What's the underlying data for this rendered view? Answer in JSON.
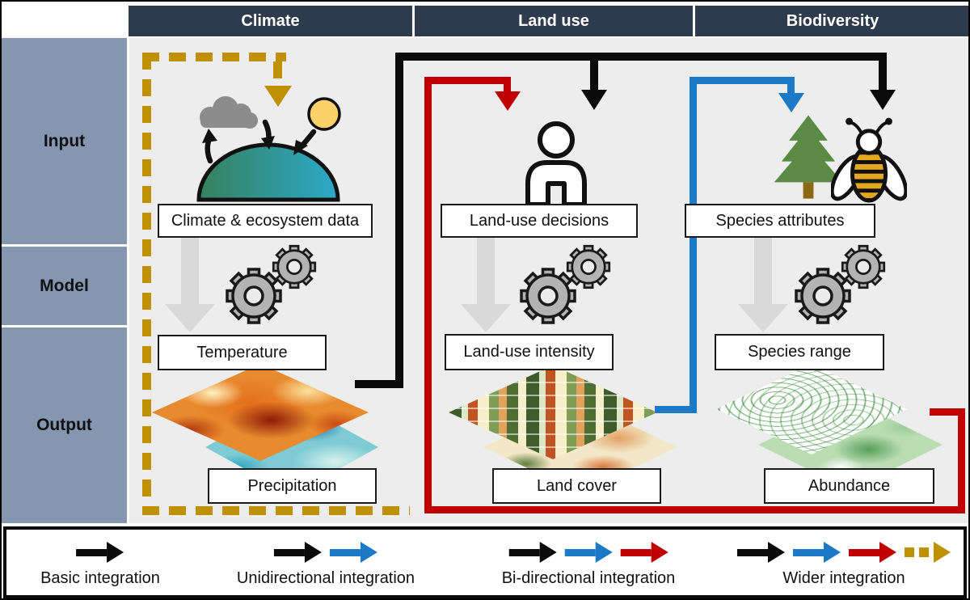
{
  "header": {
    "columns": [
      {
        "label": "Climate"
      },
      {
        "label": "Land use"
      },
      {
        "label": "Biodiversity"
      }
    ]
  },
  "sidebar": {
    "rows": [
      {
        "label": "Input"
      },
      {
        "label": "Model"
      },
      {
        "label": "Output"
      }
    ]
  },
  "columns": [
    {
      "id": "climate",
      "input_label": "Climate & ecosystem data",
      "input_icons": [
        "cloud-icon",
        "sun-icon",
        "ecosystem-dome-icon",
        "exchange-arrows-icon"
      ],
      "model_icon": "gears-icon",
      "model_output_label": "Temperature",
      "output_label": "Precipitation",
      "maps": [
        "temperature-map",
        "precipitation-map"
      ]
    },
    {
      "id": "land-use",
      "input_label": "Land-use decisions",
      "input_icons": [
        "person-icon"
      ],
      "model_icon": "gears-icon",
      "model_output_label": "Land-use intensity",
      "output_label": "Land cover",
      "maps": [
        "land-use-intensity-map",
        "land-cover-map"
      ]
    },
    {
      "id": "biodiversity",
      "input_label": "Species attributes",
      "input_icons": [
        "tree-icon",
        "bee-icon"
      ],
      "model_icon": "gears-icon",
      "model_output_label": "Species range",
      "output_label": "Abundance",
      "maps": [
        "species-range-map",
        "abundance-map"
      ]
    }
  ],
  "flows": [
    {
      "name": "climate-output-to-landuse-and-biodiversity-inputs",
      "color": "black",
      "style": "solid"
    },
    {
      "name": "landuse-output-to-biodiversity-input",
      "color": "blue",
      "style": "solid"
    },
    {
      "name": "biodiversity-output-to-landuse-input",
      "color": "red",
      "style": "solid"
    },
    {
      "name": "system-feedback-to-climate-input",
      "color": "gold",
      "style": "dashed"
    }
  ],
  "legend": {
    "items": [
      {
        "label": "Basic integration",
        "arrows": [
          "black"
        ]
      },
      {
        "label": "Unidirectional integration",
        "arrows": [
          "black",
          "blue"
        ]
      },
      {
        "label": "Bi-directional integration",
        "arrows": [
          "black",
          "blue",
          "red"
        ]
      },
      {
        "label": "Wider integration",
        "arrows": [
          "black",
          "blue",
          "red",
          "gold-dashed"
        ]
      }
    ]
  },
  "colors": {
    "black": "#0B0B0B",
    "blue": "#1B79C8",
    "red": "#C00000",
    "gold": "#BF9000",
    "header_bg": "#2E3A4D",
    "sidebar_bg": "#8496B0",
    "panel_bg": "#EDEDED",
    "gray_arrow": "#D9D9D9"
  }
}
